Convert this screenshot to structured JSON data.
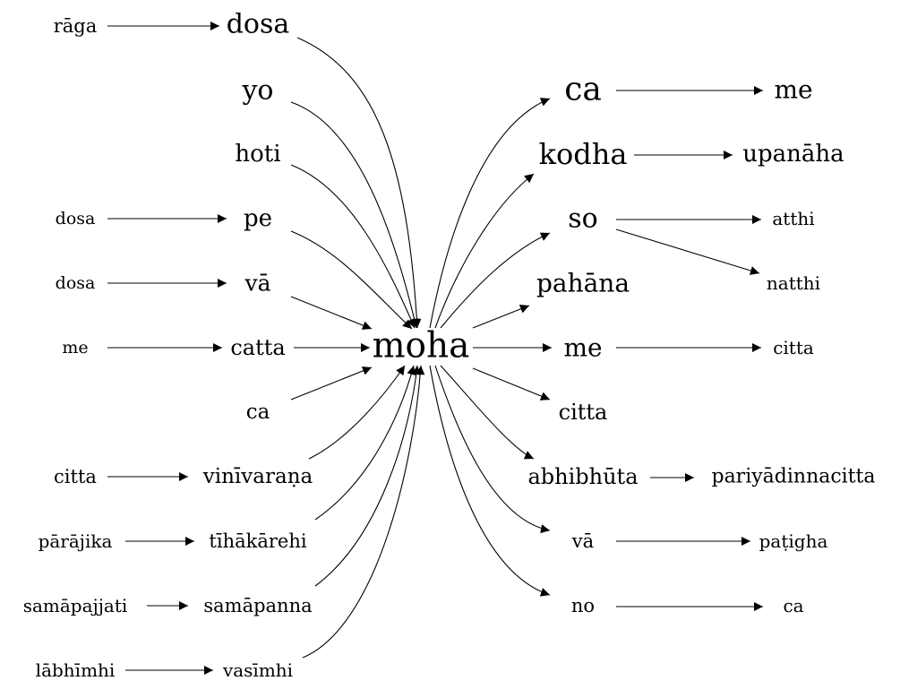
{
  "graph": {
    "nodes": [
      {
        "id": "raga",
        "label": "rāga"
      },
      {
        "id": "dosa_top",
        "label": "dosa"
      },
      {
        "id": "yo",
        "label": "yo"
      },
      {
        "id": "hoti",
        "label": "hoti"
      },
      {
        "id": "dosa_l1",
        "label": "dosa"
      },
      {
        "id": "pe",
        "label": "pe"
      },
      {
        "id": "dosa_l2",
        "label": "dosa"
      },
      {
        "id": "va_l",
        "label": "vā"
      },
      {
        "id": "me_l",
        "label": "me"
      },
      {
        "id": "catta",
        "label": "catta"
      },
      {
        "id": "ca_l",
        "label": "ca"
      },
      {
        "id": "citta_l",
        "label": "citta"
      },
      {
        "id": "vinivarana",
        "label": "vinīvaraṇa"
      },
      {
        "id": "parajika",
        "label": "pārājika"
      },
      {
        "id": "tihakarehi",
        "label": "tīhākārehi"
      },
      {
        "id": "samapajjati",
        "label": "samāpajjati"
      },
      {
        "id": "samapanna",
        "label": "samāpanna"
      },
      {
        "id": "labhimhi",
        "label": "lābhīmhi"
      },
      {
        "id": "vasimhi",
        "label": "vasīmhi"
      },
      {
        "id": "moha",
        "label": "moha"
      },
      {
        "id": "ca_r",
        "label": "ca"
      },
      {
        "id": "me_r1",
        "label": "me"
      },
      {
        "id": "kodha",
        "label": "kodha"
      },
      {
        "id": "upanaha",
        "label": "upanāha"
      },
      {
        "id": "so",
        "label": "so"
      },
      {
        "id": "atthi",
        "label": "atthi"
      },
      {
        "id": "natthi",
        "label": "natthi"
      },
      {
        "id": "pahana",
        "label": "pahāna"
      },
      {
        "id": "me_r2",
        "label": "me"
      },
      {
        "id": "citta_r1",
        "label": "citta"
      },
      {
        "id": "citta_r2",
        "label": "citta"
      },
      {
        "id": "abhibhuta",
        "label": "abhibhūta"
      },
      {
        "id": "pariyadinnacitta",
        "label": "pariyādinnacitta"
      },
      {
        "id": "va_r",
        "label": "vā"
      },
      {
        "id": "patigha",
        "label": "paṭigha"
      },
      {
        "id": "no",
        "label": "no"
      },
      {
        "id": "ca_r2",
        "label": "ca"
      }
    ],
    "edges": [
      {
        "from": "raga",
        "to": "dosa_top"
      },
      {
        "from": "dosa_l1",
        "to": "pe"
      },
      {
        "from": "dosa_l2",
        "to": "va_l"
      },
      {
        "from": "me_l",
        "to": "catta"
      },
      {
        "from": "citta_l",
        "to": "vinivarana"
      },
      {
        "from": "parajika",
        "to": "tihakarehi"
      },
      {
        "from": "samapajjati",
        "to": "samapanna"
      },
      {
        "from": "labhimhi",
        "to": "vasimhi"
      },
      {
        "from": "dosa_top",
        "to": "moha"
      },
      {
        "from": "yo",
        "to": "moha"
      },
      {
        "from": "hoti",
        "to": "moha"
      },
      {
        "from": "pe",
        "to": "moha"
      },
      {
        "from": "va_l",
        "to": "moha"
      },
      {
        "from": "catta",
        "to": "moha"
      },
      {
        "from": "ca_l",
        "to": "moha"
      },
      {
        "from": "vinivarana",
        "to": "moha"
      },
      {
        "from": "tihakarehi",
        "to": "moha"
      },
      {
        "from": "samapanna",
        "to": "moha"
      },
      {
        "from": "vasimhi",
        "to": "moha"
      },
      {
        "from": "moha",
        "to": "ca_r"
      },
      {
        "from": "moha",
        "to": "kodha"
      },
      {
        "from": "moha",
        "to": "so"
      },
      {
        "from": "moha",
        "to": "pahana"
      },
      {
        "from": "moha",
        "to": "me_r2"
      },
      {
        "from": "moha",
        "to": "citta_r2"
      },
      {
        "from": "moha",
        "to": "abhibhuta"
      },
      {
        "from": "moha",
        "to": "va_r"
      },
      {
        "from": "moha",
        "to": "no"
      },
      {
        "from": "ca_r",
        "to": "me_r1"
      },
      {
        "from": "kodha",
        "to": "upanaha"
      },
      {
        "from": "so",
        "to": "atthi"
      },
      {
        "from": "so",
        "to": "natthi"
      },
      {
        "from": "me_r2",
        "to": "citta_r1"
      },
      {
        "from": "abhibhuta",
        "to": "pariyadinnacitta"
      },
      {
        "from": "va_r",
        "to": "patigha"
      },
      {
        "from": "no",
        "to": "ca_r2"
      }
    ]
  }
}
